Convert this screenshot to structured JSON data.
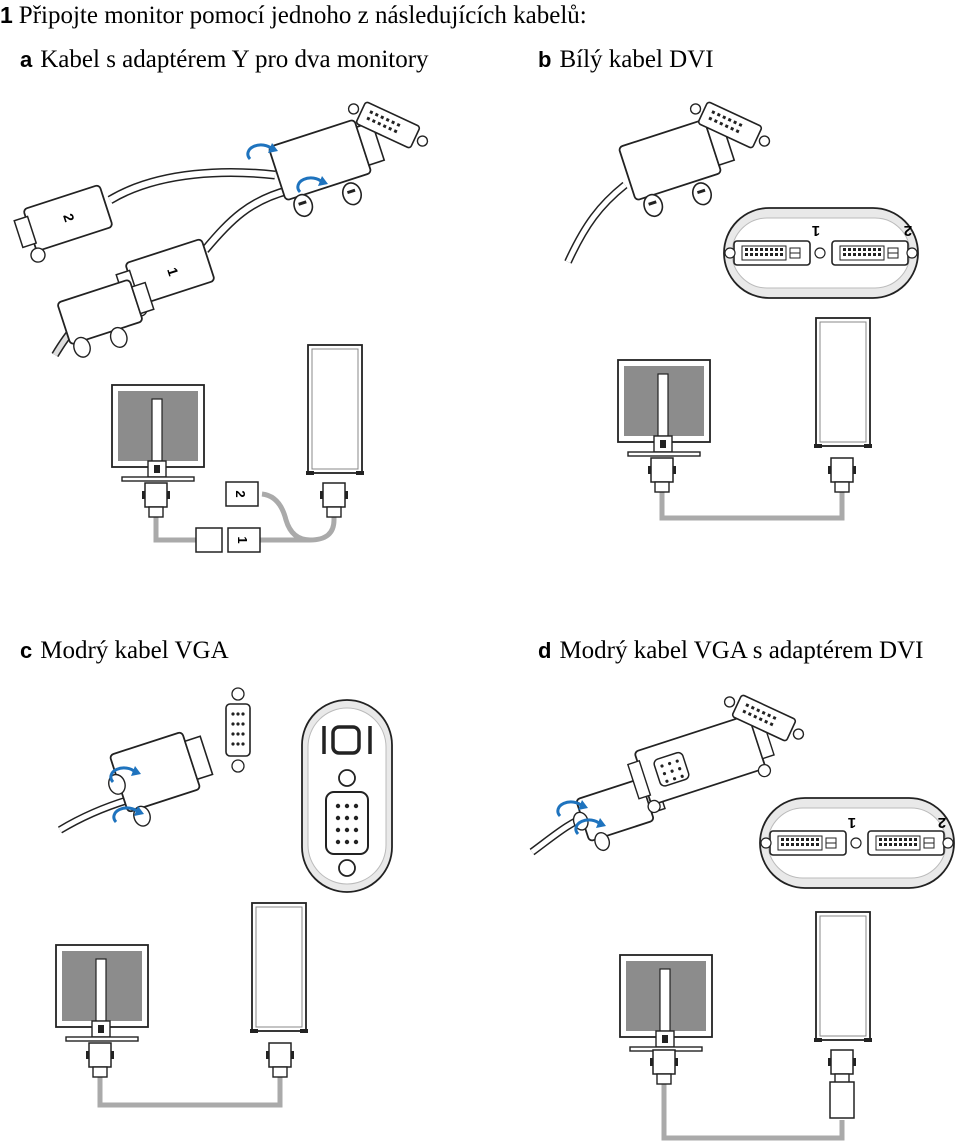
{
  "step": {
    "number": "1",
    "text": "Připojte monitor pomocí jednoho z následujících kabelů:"
  },
  "options": [
    {
      "letter": "a",
      "label": "Kabel s adaptérem Y pro dva monitory"
    },
    {
      "letter": "b",
      "label": "Bílý kabel DVI"
    },
    {
      "letter": "c",
      "label": "Modrý kabel VGA"
    },
    {
      "letter": "d",
      "label": "Modrý kabel VGA s adaptérem DVI"
    }
  ],
  "connector_numbers": {
    "one": "1",
    "two": "2"
  },
  "colors": {
    "ink": "#222222",
    "cable": "#aaaaaa",
    "blue_arrow": "#1e73be",
    "panel": "#e9e9e9",
    "screen": "#8c8c8c"
  },
  "icons": [
    "dvi-port-icon",
    "vga-port-icon",
    "video-port-symbol-icon",
    "rotate-arrow-icon",
    "monitor-icon",
    "computer-tower-icon"
  ]
}
